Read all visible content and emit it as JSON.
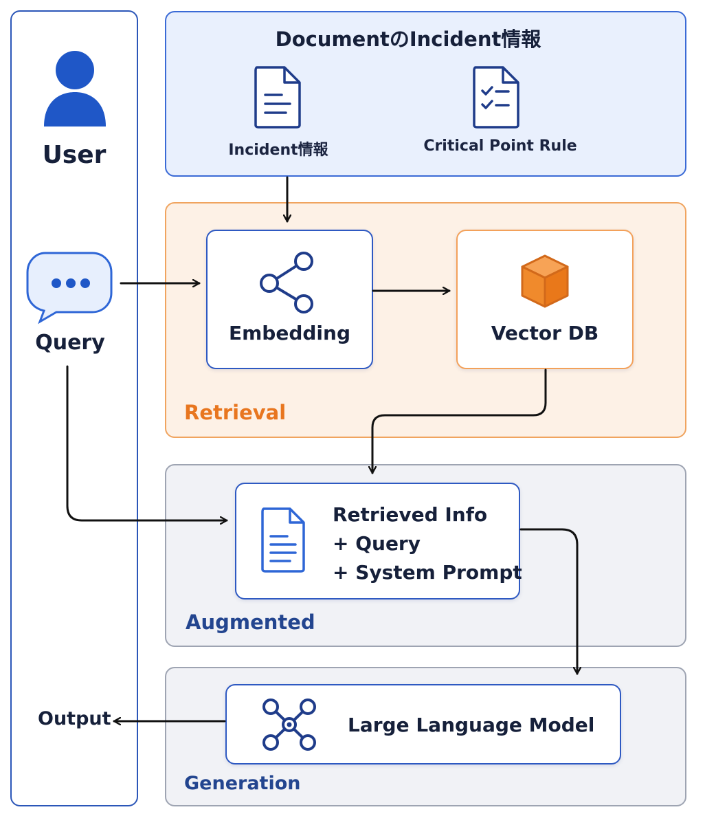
{
  "user_panel": {
    "user_label": "User",
    "query_label": "Query",
    "output_label": "Output"
  },
  "document_panel": {
    "title": "DocumentのIncident情報",
    "items": [
      {
        "label": "Incident情報",
        "icon": "document-icon"
      },
      {
        "label": "Critical Point Rule",
        "icon": "checklist-icon"
      }
    ]
  },
  "retrieval": {
    "section_label": "Retrieval",
    "embedding_label": "Embedding",
    "vector_db_label": "Vector DB"
  },
  "augmented": {
    "section_label": "Augmented",
    "lines": [
      "Retrieved Info",
      "+ Query",
      "+ System Prompt"
    ]
  },
  "generation": {
    "section_label": "Generation",
    "llm_label": "Large Language Model"
  },
  "colors": {
    "primary_blue": "#1f57c7",
    "retrieval_orange": "#e8761f",
    "augmented_navy": "#23458f",
    "document_bg": "#e9f0fd",
    "retrieval_bg": "#fdf1e6",
    "gray_bg": "#f1f2f6"
  }
}
